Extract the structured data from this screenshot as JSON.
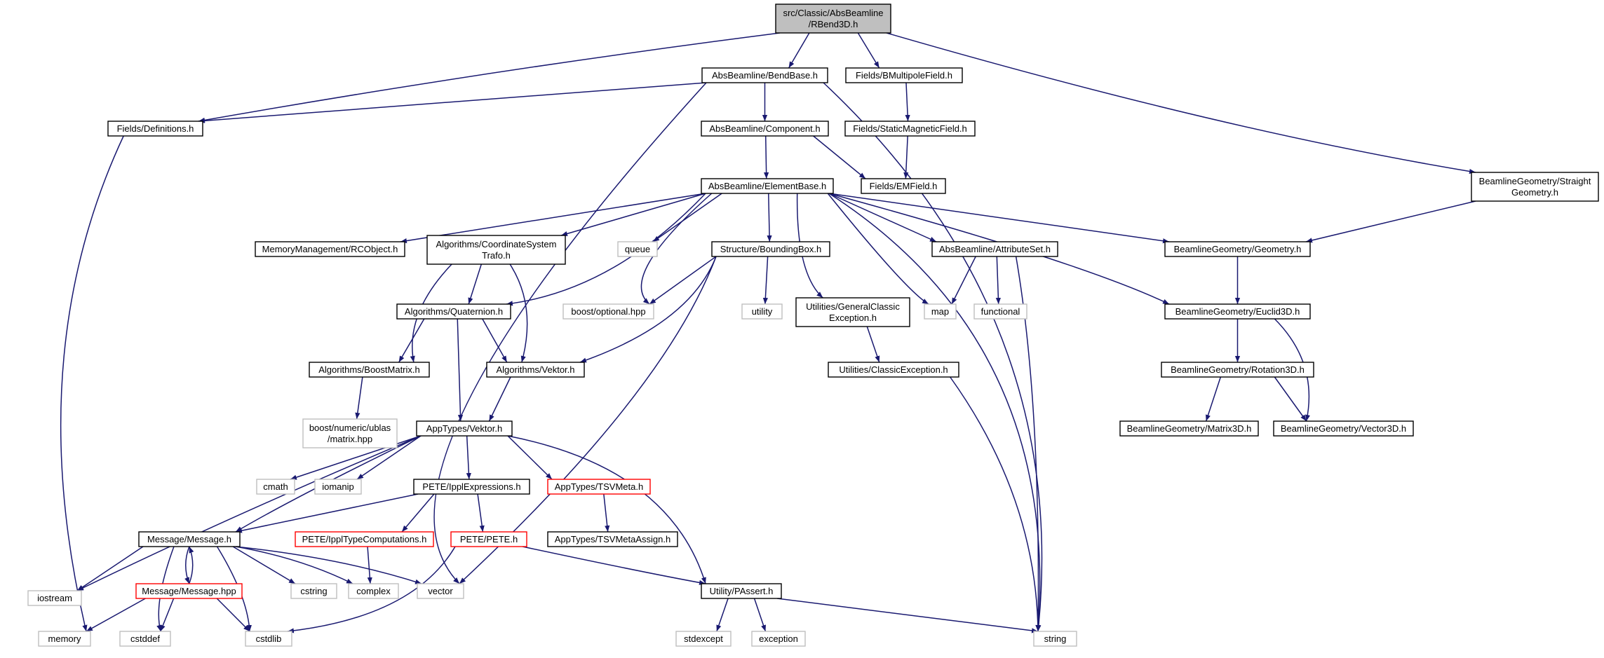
{
  "diagram": {
    "colors": {
      "edge": "#191970",
      "border_default": "#000000",
      "border_external": "#bfbfbf",
      "border_truncated": "#ff0000",
      "fill_root": "#bfbfbf",
      "fill_default": "#ffffff"
    },
    "nodes": [
      {
        "id": "n_rbend",
        "lines": [
          "src/Classic/AbsBeamline",
          "/RBend3D.h"
        ],
        "kind": "root",
        "name": "node-rbend3d"
      },
      {
        "id": "n_bendbase",
        "lines": [
          "AbsBeamline/BendBase.h"
        ],
        "kind": "default",
        "name": "node-bendbase"
      },
      {
        "id": "n_bmultipole",
        "lines": [
          "Fields/BMultipoleField.h"
        ],
        "kind": "default",
        "name": "node-bmultipolefield"
      },
      {
        "id": "n_straightgeom",
        "lines": [
          "BeamlineGeometry/Straight",
          "Geometry.h"
        ],
        "kind": "default",
        "name": "node-straightgeometry"
      },
      {
        "id": "n_definitions",
        "lines": [
          "Fields/Definitions.h"
        ],
        "kind": "default",
        "name": "node-definitions"
      },
      {
        "id": "n_component",
        "lines": [
          "AbsBeamline/Component.h"
        ],
        "kind": "default",
        "name": "node-component"
      },
      {
        "id": "n_staticmag",
        "lines": [
          "Fields/StaticMagneticField.h"
        ],
        "kind": "default",
        "name": "node-staticmagneticfield"
      },
      {
        "id": "n_emfield",
        "lines": [
          "Fields/EMField.h"
        ],
        "kind": "default",
        "name": "node-emfield"
      },
      {
        "id": "n_elementbase",
        "lines": [
          "AbsBeamline/ElementBase.h"
        ],
        "kind": "default",
        "name": "node-elementbase"
      },
      {
        "id": "n_rcobject",
        "lines": [
          "MemoryManagement/RCObject.h"
        ],
        "kind": "default",
        "name": "node-rcobject"
      },
      {
        "id": "n_coordtrafo",
        "lines": [
          "Algorithms/CoordinateSystem",
          "Trafo.h"
        ],
        "kind": "default",
        "name": "node-coordinatesystemtrafo"
      },
      {
        "id": "n_queue",
        "lines": [
          "queue"
        ],
        "kind": "external",
        "name": "node-queue"
      },
      {
        "id": "n_boundingbox",
        "lines": [
          "Structure/BoundingBox.h"
        ],
        "kind": "default",
        "name": "node-boundingbox"
      },
      {
        "id": "n_attributeset",
        "lines": [
          "AbsBeamline/AttributeSet.h"
        ],
        "kind": "default",
        "name": "node-attributeset"
      },
      {
        "id": "n_geometry",
        "lines": [
          "BeamlineGeometry/Geometry.h"
        ],
        "kind": "default",
        "name": "node-geometry"
      },
      {
        "id": "n_quaternion",
        "lines": [
          "Algorithms/Quaternion.h"
        ],
        "kind": "default",
        "name": "node-quaternion"
      },
      {
        "id": "n_boostoptional",
        "lines": [
          "boost/optional.hpp"
        ],
        "kind": "external",
        "name": "node-boost-optional"
      },
      {
        "id": "n_utility",
        "lines": [
          "utility"
        ],
        "kind": "external",
        "name": "node-utility"
      },
      {
        "id": "n_genclassicexc",
        "lines": [
          "Utilities/GeneralClassic",
          "Exception.h"
        ],
        "kind": "default",
        "name": "node-generalclassicexception"
      },
      {
        "id": "n_map",
        "lines": [
          "map"
        ],
        "kind": "external",
        "name": "node-map"
      },
      {
        "id": "n_functional",
        "lines": [
          "functional"
        ],
        "kind": "external",
        "name": "node-functional"
      },
      {
        "id": "n_euclid3d",
        "lines": [
          "BeamlineGeometry/Euclid3D.h"
        ],
        "kind": "default",
        "name": "node-euclid3d"
      },
      {
        "id": "n_boostmatrix",
        "lines": [
          "Algorithms/BoostMatrix.h"
        ],
        "kind": "default",
        "name": "node-boostmatrix"
      },
      {
        "id": "n_algvektor",
        "lines": [
          "Algorithms/Vektor.h"
        ],
        "kind": "default",
        "name": "node-algorithms-vektor"
      },
      {
        "id": "n_classicexc",
        "lines": [
          "Utilities/ClassicException.h"
        ],
        "kind": "default",
        "name": "node-classicexception"
      },
      {
        "id": "n_rotation3d",
        "lines": [
          "BeamlineGeometry/Rotation3D.h"
        ],
        "kind": "default",
        "name": "node-rotation3d"
      },
      {
        "id": "n_ublas",
        "lines": [
          "boost/numeric/ublas",
          "/matrix.hpp"
        ],
        "kind": "external",
        "name": "node-ublas-matrix"
      },
      {
        "id": "n_apptypesvektor",
        "lines": [
          "AppTypes/Vektor.h"
        ],
        "kind": "default",
        "name": "node-apptypes-vektor"
      },
      {
        "id": "n_matrix3d",
        "lines": [
          "BeamlineGeometry/Matrix3D.h"
        ],
        "kind": "default",
        "name": "node-matrix3d"
      },
      {
        "id": "n_vector3d",
        "lines": [
          "BeamlineGeometry/Vector3D.h"
        ],
        "kind": "default",
        "name": "node-vector3d"
      },
      {
        "id": "n_cmath",
        "lines": [
          "cmath"
        ],
        "kind": "external",
        "name": "node-cmath"
      },
      {
        "id": "n_iomanip",
        "lines": [
          "iomanip"
        ],
        "kind": "external",
        "name": "node-iomanip"
      },
      {
        "id": "n_ipplexpr",
        "lines": [
          "PETE/IpplExpressions.h"
        ],
        "kind": "default",
        "name": "node-ipplexpressions"
      },
      {
        "id": "n_tsvmeta",
        "lines": [
          "AppTypes/TSVMeta.h"
        ],
        "kind": "truncated",
        "name": "node-tsvmeta"
      },
      {
        "id": "n_message",
        "lines": [
          "Message/Message.h"
        ],
        "kind": "default",
        "name": "node-message-h"
      },
      {
        "id": "n_ippltypecomp",
        "lines": [
          "PETE/IpplTypeComputations.h"
        ],
        "kind": "truncated",
        "name": "node-ippltypecomputations"
      },
      {
        "id": "n_pete",
        "lines": [
          "PETE/PETE.h"
        ],
        "kind": "truncated",
        "name": "node-pete"
      },
      {
        "id": "n_tsvmetaassign",
        "lines": [
          "AppTypes/TSVMetaAssign.h"
        ],
        "kind": "default",
        "name": "node-tsvmetaassign"
      },
      {
        "id": "n_iostream",
        "lines": [
          "iostream"
        ],
        "kind": "external",
        "name": "node-iostream"
      },
      {
        "id": "n_messagehpp",
        "lines": [
          "Message/Message.hpp"
        ],
        "kind": "truncated",
        "name": "node-message-hpp"
      },
      {
        "id": "n_cstring",
        "lines": [
          "cstring"
        ],
        "kind": "external",
        "name": "node-cstring"
      },
      {
        "id": "n_complex",
        "lines": [
          "complex"
        ],
        "kind": "external",
        "name": "node-complex"
      },
      {
        "id": "n_vector",
        "lines": [
          "vector"
        ],
        "kind": "external",
        "name": "node-vector"
      },
      {
        "id": "n_passert",
        "lines": [
          "Utility/PAssert.h"
        ],
        "kind": "default",
        "name": "node-passert"
      },
      {
        "id": "n_memory",
        "lines": [
          "memory"
        ],
        "kind": "external",
        "name": "node-memory"
      },
      {
        "id": "n_cstddef",
        "lines": [
          "cstddef"
        ],
        "kind": "external",
        "name": "node-cstddef"
      },
      {
        "id": "n_cstdlib",
        "lines": [
          "cstdlib"
        ],
        "kind": "external",
        "name": "node-cstdlib"
      },
      {
        "id": "n_stdexcept",
        "lines": [
          "stdexcept"
        ],
        "kind": "external",
        "name": "node-stdexcept"
      },
      {
        "id": "n_exception",
        "lines": [
          "exception"
        ],
        "kind": "external",
        "name": "node-exception"
      },
      {
        "id": "n_string",
        "lines": [
          "string"
        ],
        "kind": "external",
        "name": "node-string"
      }
    ],
    "edges": [
      [
        "n_rbend",
        "n_bendbase"
      ],
      [
        "n_rbend",
        "n_bmultipole"
      ],
      [
        "n_rbend",
        "n_straightgeom"
      ],
      [
        "n_rbend",
        "n_definitions"
      ],
      [
        "n_bendbase",
        "n_definitions"
      ],
      [
        "n_bendbase",
        "n_component"
      ],
      [
        "n_bendbase",
        "n_vector"
      ],
      [
        "n_bendbase",
        "n_string"
      ],
      [
        "n_bmultipole",
        "n_staticmag"
      ],
      [
        "n_staticmag",
        "n_emfield"
      ],
      [
        "n_straightgeom",
        "n_geometry"
      ],
      [
        "n_definitions",
        "n_memory"
      ],
      [
        "n_component",
        "n_elementbase"
      ],
      [
        "n_component",
        "n_emfield"
      ],
      [
        "n_elementbase",
        "n_rcobject"
      ],
      [
        "n_elementbase",
        "n_coordtrafo"
      ],
      [
        "n_elementbase",
        "n_quaternion"
      ],
      [
        "n_elementbase",
        "n_boostoptional"
      ],
      [
        "n_elementbase",
        "n_queue"
      ],
      [
        "n_elementbase",
        "n_boundingbox"
      ],
      [
        "n_elementbase",
        "n_genclassicexc"
      ],
      [
        "n_elementbase",
        "n_map"
      ],
      [
        "n_elementbase",
        "n_attributeset"
      ],
      [
        "n_elementbase",
        "n_string"
      ],
      [
        "n_elementbase",
        "n_geometry"
      ],
      [
        "n_elementbase",
        "n_euclid3d"
      ],
      [
        "n_coordtrafo",
        "n_quaternion"
      ],
      [
        "n_coordtrafo",
        "n_boostmatrix"
      ],
      [
        "n_coordtrafo",
        "n_algvektor"
      ],
      [
        "n_boundingbox",
        "n_boostoptional"
      ],
      [
        "n_boundingbox",
        "n_utility"
      ],
      [
        "n_boundingbox",
        "n_algvektor"
      ],
      [
        "n_boundingbox",
        "n_vector"
      ],
      [
        "n_attributeset",
        "n_map"
      ],
      [
        "n_attributeset",
        "n_functional"
      ],
      [
        "n_attributeset",
        "n_string"
      ],
      [
        "n_geometry",
        "n_euclid3d"
      ],
      [
        "n_quaternion",
        "n_boostmatrix"
      ],
      [
        "n_quaternion",
        "n_algvektor"
      ],
      [
        "n_quaternion",
        "n_apptypesvektor"
      ],
      [
        "n_genclassicexc",
        "n_classicexc"
      ],
      [
        "n_classicexc",
        "n_string"
      ],
      [
        "n_euclid3d",
        "n_rotation3d"
      ],
      [
        "n_euclid3d",
        "n_vector3d"
      ],
      [
        "n_rotation3d",
        "n_matrix3d"
      ],
      [
        "n_rotation3d",
        "n_vector3d"
      ],
      [
        "n_boostmatrix",
        "n_ublas"
      ],
      [
        "n_algvektor",
        "n_apptypesvektor"
      ],
      [
        "n_apptypesvektor",
        "n_cmath"
      ],
      [
        "n_apptypesvektor",
        "n_iomanip"
      ],
      [
        "n_apptypesvektor",
        "n_ipplexpr"
      ],
      [
        "n_apptypesvektor",
        "n_tsvmeta"
      ],
      [
        "n_apptypesvektor",
        "n_message"
      ],
      [
        "n_apptypesvektor",
        "n_iostream"
      ],
      [
        "n_apptypesvektor",
        "n_passert"
      ],
      [
        "n_ipplexpr",
        "n_message"
      ],
      [
        "n_ipplexpr",
        "n_ippltypecomp"
      ],
      [
        "n_ipplexpr",
        "n_pete"
      ],
      [
        "n_tsvmeta",
        "n_tsvmetaassign"
      ],
      [
        "n_ippltypecomp",
        "n_complex"
      ],
      [
        "n_pete",
        "n_passert"
      ],
      [
        "n_pete",
        "n_cstdlib"
      ],
      [
        "n_message",
        "n_iostream"
      ],
      [
        "n_message",
        "n_messagehpp"
      ],
      [
        "n_message",
        "n_cstddef"
      ],
      [
        "n_message",
        "n_cstdlib"
      ],
      [
        "n_message",
        "n_cstring"
      ],
      [
        "n_message",
        "n_complex"
      ],
      [
        "n_message",
        "n_vector"
      ],
      [
        "n_messagehpp",
        "n_message"
      ],
      [
        "n_messagehpp",
        "n_memory"
      ],
      [
        "n_messagehpp",
        "n_cstddef"
      ],
      [
        "n_messagehpp",
        "n_cstdlib"
      ],
      [
        "n_passert",
        "n_stdexcept"
      ],
      [
        "n_passert",
        "n_exception"
      ],
      [
        "n_passert",
        "n_string"
      ]
    ]
  }
}
